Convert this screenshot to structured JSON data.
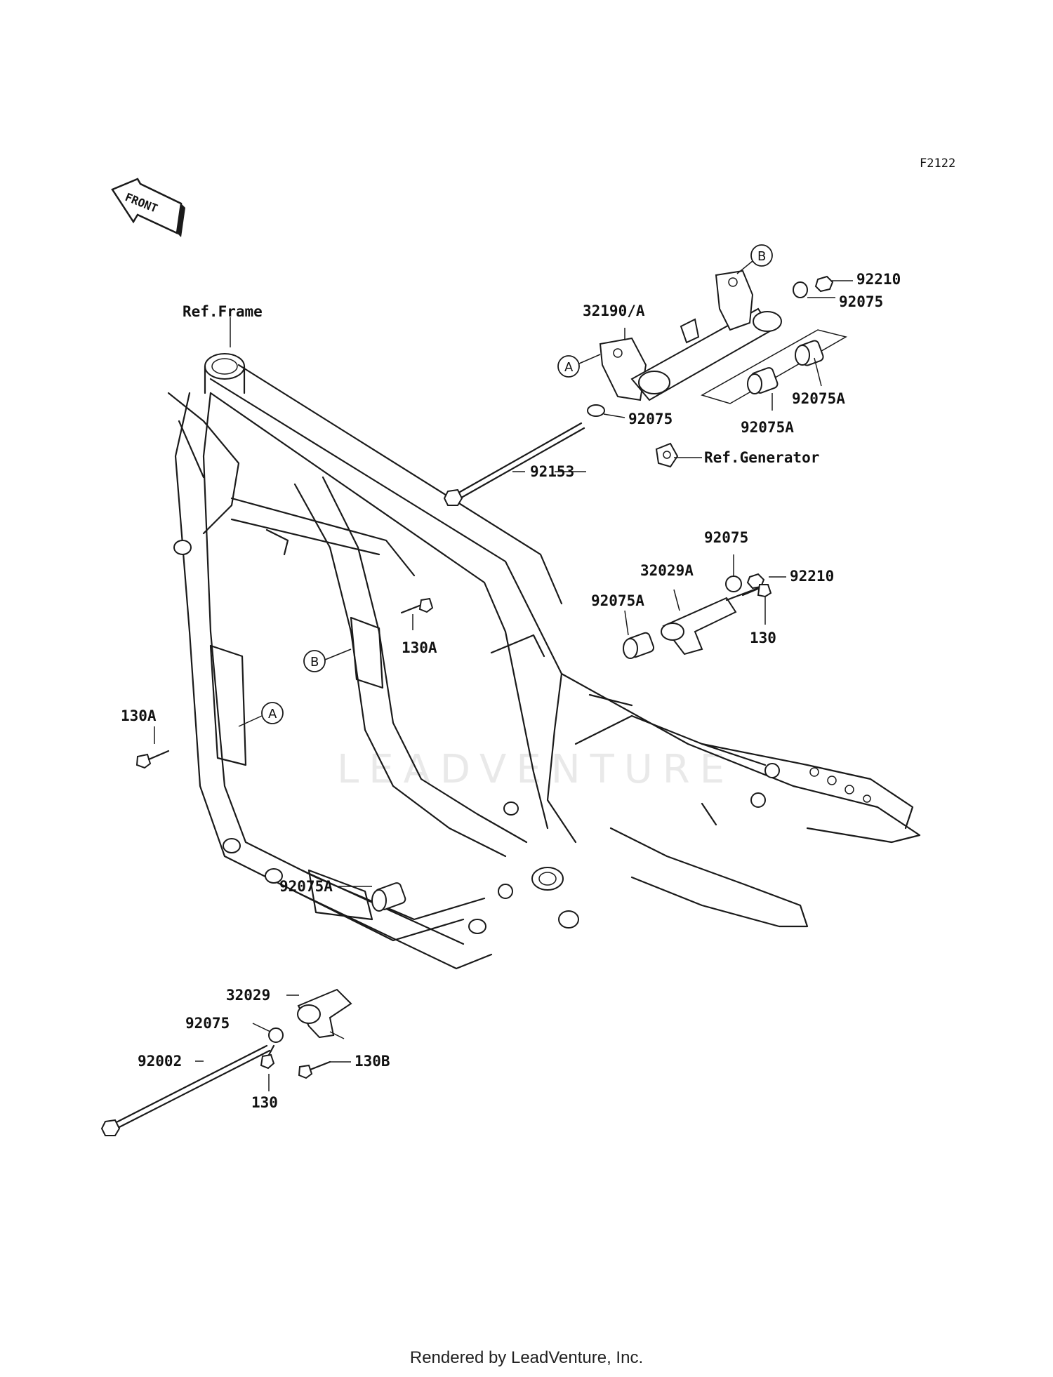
{
  "diagram_code": "F2122",
  "front_label": "FRONT",
  "watermark": "LEADVENTURE",
  "footer": "Rendered by LeadVenture, Inc.",
  "callouts": {
    "ref_frame": "Ref.Frame",
    "ref_generator": "Ref.Generator",
    "p32190A": "32190/A",
    "p92210_top": "92210",
    "p92075_top": "92075",
    "p92075A_right": "92075A",
    "p92075A_mid": "92075A",
    "p92075_mid": "92075",
    "p92153": "92153",
    "p92075_r2": "92075",
    "p32029A": "32029A",
    "p92210_r2": "92210",
    "p92075A_r2": "92075A",
    "p130_r2": "130",
    "p130A_center": "130A",
    "p130A_left": "130A",
    "p92075A_bot": "92075A",
    "p32029": "32029",
    "p92075_bot": "92075",
    "p92002": "92002",
    "p130B": "130B",
    "p130_bot": "130"
  },
  "circle_markers": {
    "a_top": "A",
    "b_top": "B",
    "b_frame": "B",
    "a_frame": "A"
  }
}
